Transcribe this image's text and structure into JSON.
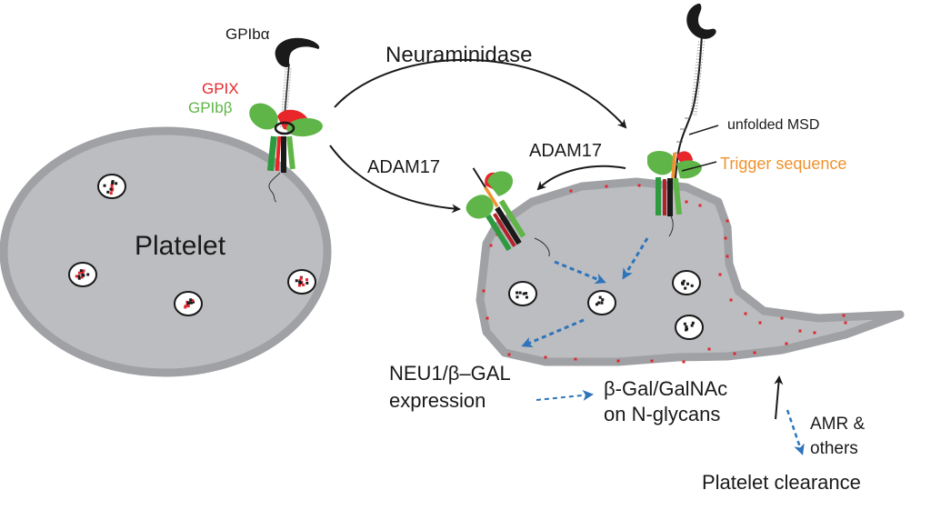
{
  "labels": {
    "gpib_alpha": "GPIbα",
    "gpix": "GPIX",
    "gpib_beta": "GPIbβ",
    "platelet": "Platelet",
    "neuraminidase": "Neuraminidase",
    "adam17_left": "ADAM17",
    "adam17_right": "ADAM17",
    "unfolded_msd": "unfolded MSD",
    "trigger_sequence": "Trigger sequence",
    "neu1_line1": "NEU1/β–GAL",
    "neu1_line2": "expression",
    "bgal_line1": "β-Gal/GalNAc",
    "bgal_line2": "on N-glycans",
    "amr_line1": "AMR &",
    "amr_line2": "others",
    "clearance": "Platelet clearance"
  },
  "colors": {
    "cell_fill": "#bcbdc0",
    "cell_border": "#a0a1a4",
    "gpix_red": "#e8262a",
    "gpib_green": "#5fb547",
    "gpib_green_dark": "#2e9a3f",
    "trigger_orange": "#f0922e",
    "dashed_blue": "#2d74bb",
    "sialic_red": "#e0262f",
    "ink": "#1a1a1a"
  }
}
